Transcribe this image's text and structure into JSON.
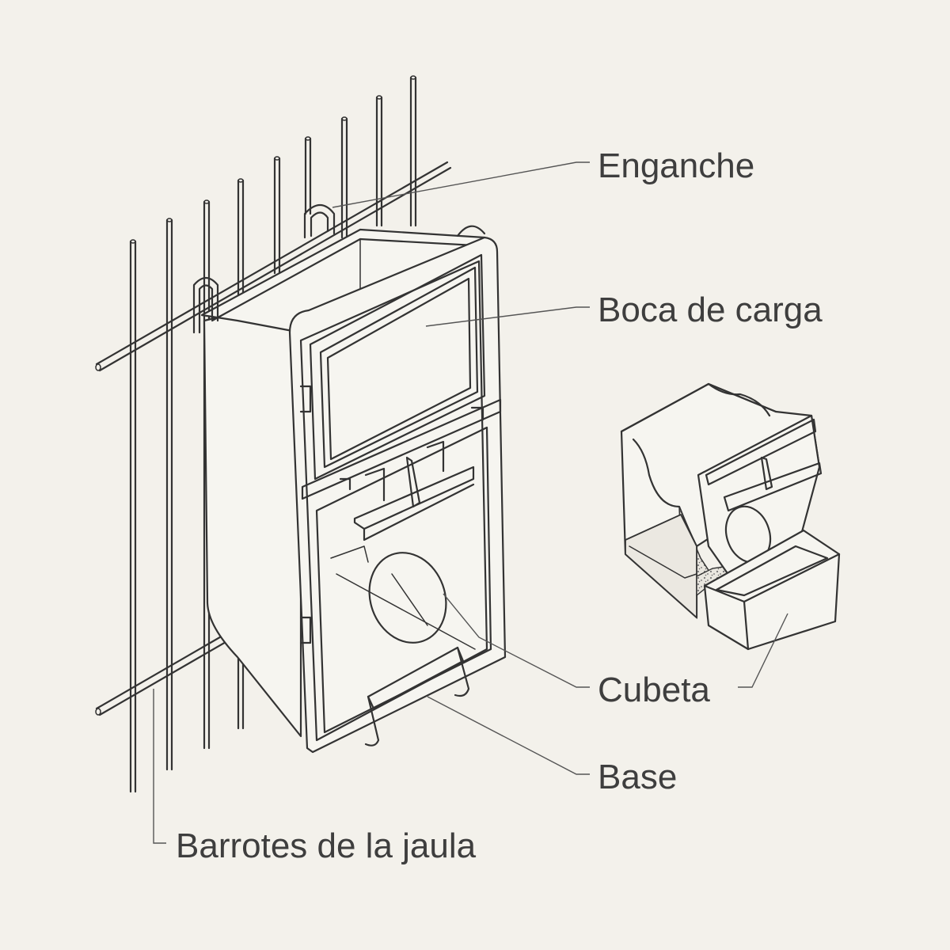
{
  "labels": {
    "hook": "Enganche",
    "mouth": "Boca de carga",
    "tray": "Cubeta",
    "base": "Base",
    "bars": "Barrotes de la jaula"
  },
  "colors": {
    "background": "#f3f1eb",
    "line": "#333333",
    "text": "#3e3e3e",
    "seed": "#8a8a8a"
  }
}
